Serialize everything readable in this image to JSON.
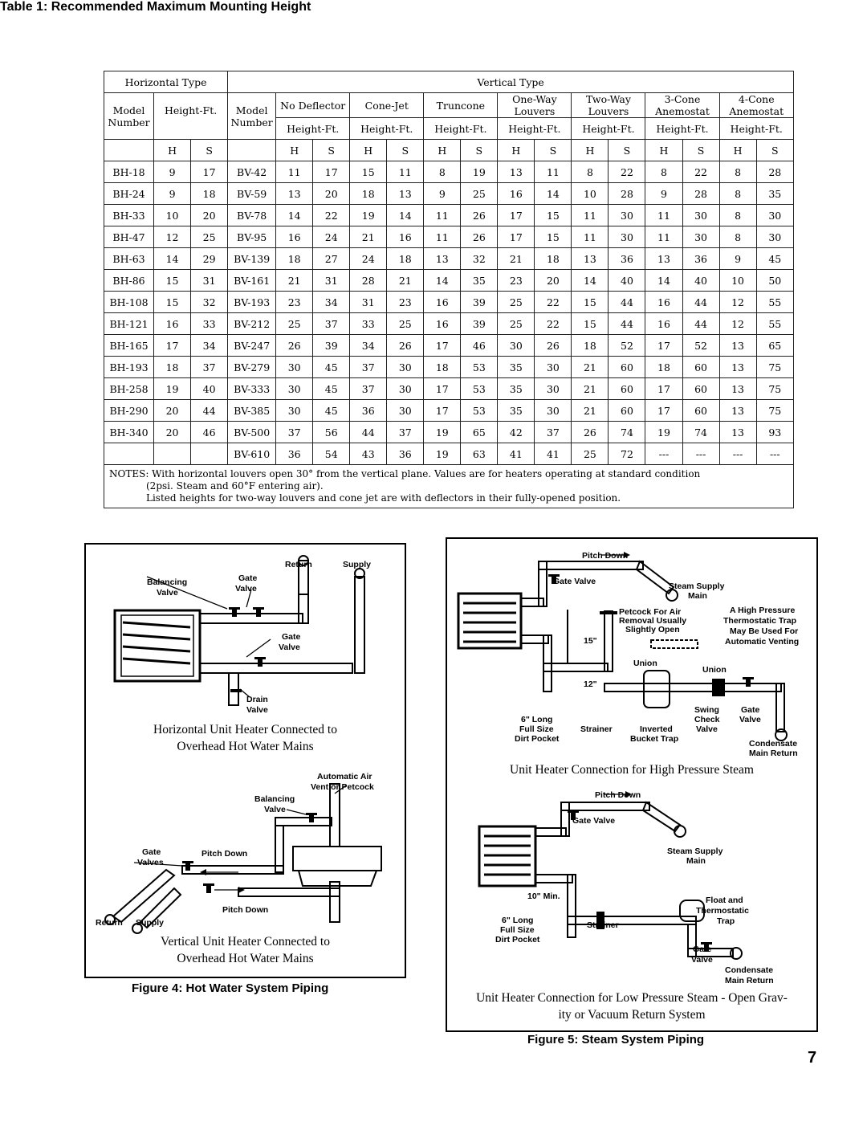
{
  "table": {
    "title": "Table 1: Recommended Maximum Mounting Height",
    "horizontal_type": "Horizontal Type",
    "vertical_type": "Vertical Type",
    "model_number_l1": "Model",
    "model_number_l2": "Number",
    "height_ft": "Height-Ft.",
    "h": "H",
    "s": "S",
    "vertical_groups": [
      {
        "l1": "No Deflector",
        "l2": ""
      },
      {
        "l1": "Cone-Jet",
        "l2": ""
      },
      {
        "l1": "Truncone",
        "l2": ""
      },
      {
        "l1": "One-Way",
        "l2": "Louvers"
      },
      {
        "l1": "Two-Way",
        "l2": "Louvers"
      },
      {
        "l1": "3-Cone",
        "l2": "Anemostat"
      },
      {
        "l1": "4-Cone",
        "l2": "Anemostat"
      }
    ],
    "rows": [
      [
        "BH-18",
        "9",
        "17",
        "BV-42",
        "11",
        "17",
        "15",
        "11",
        "8",
        "19",
        "13",
        "11",
        "8",
        "22",
        "8",
        "22",
        "8",
        "28"
      ],
      [
        "BH-24",
        "9",
        "18",
        "BV-59",
        "13",
        "20",
        "18",
        "13",
        "9",
        "25",
        "16",
        "14",
        "10",
        "28",
        "9",
        "28",
        "8",
        "35"
      ],
      [
        "BH-33",
        "10",
        "20",
        "BV-78",
        "14",
        "22",
        "19",
        "14",
        "11",
        "26",
        "17",
        "15",
        "11",
        "30",
        "11",
        "30",
        "8",
        "30"
      ],
      [
        "BH-47",
        "12",
        "25",
        "BV-95",
        "16",
        "24",
        "21",
        "16",
        "11",
        "26",
        "17",
        "15",
        "11",
        "30",
        "11",
        "30",
        "8",
        "30"
      ],
      [
        "BH-63",
        "14",
        "29",
        "BV-139",
        "18",
        "27",
        "24",
        "18",
        "13",
        "32",
        "21",
        "18",
        "13",
        "36",
        "13",
        "36",
        "9",
        "45"
      ],
      [
        "BH-86",
        "15",
        "31",
        "BV-161",
        "21",
        "31",
        "28",
        "21",
        "14",
        "35",
        "23",
        "20",
        "14",
        "40",
        "14",
        "40",
        "10",
        "50"
      ],
      [
        "BH-108",
        "15",
        "32",
        "BV-193",
        "23",
        "34",
        "31",
        "23",
        "16",
        "39",
        "25",
        "22",
        "15",
        "44",
        "16",
        "44",
        "12",
        "55"
      ],
      [
        "BH-121",
        "16",
        "33",
        "BV-212",
        "25",
        "37",
        "33",
        "25",
        "16",
        "39",
        "25",
        "22",
        "15",
        "44",
        "16",
        "44",
        "12",
        "55"
      ],
      [
        "BH-165",
        "17",
        "34",
        "BV-247",
        "26",
        "39",
        "34",
        "26",
        "17",
        "46",
        "30",
        "26",
        "18",
        "52",
        "17",
        "52",
        "13",
        "65"
      ],
      [
        "BH-193",
        "18",
        "37",
        "BV-279",
        "30",
        "45",
        "37",
        "30",
        "18",
        "53",
        "35",
        "30",
        "21",
        "60",
        "18",
        "60",
        "13",
        "75"
      ],
      [
        "BH-258",
        "19",
        "40",
        "BV-333",
        "30",
        "45",
        "37",
        "30",
        "17",
        "53",
        "35",
        "30",
        "21",
        "60",
        "17",
        "60",
        "13",
        "75"
      ],
      [
        "BH-290",
        "20",
        "44",
        "BV-385",
        "30",
        "45",
        "36",
        "30",
        "17",
        "53",
        "35",
        "30",
        "21",
        "60",
        "17",
        "60",
        "13",
        "75"
      ],
      [
        "BH-340",
        "20",
        "46",
        "BV-500",
        "37",
        "56",
        "44",
        "37",
        "19",
        "65",
        "42",
        "37",
        "26",
        "74",
        "19",
        "74",
        "13",
        "93"
      ],
      [
        "",
        "",
        "",
        "BV-610",
        "36",
        "54",
        "43",
        "36",
        "19",
        "63",
        "41",
        "41",
        "25",
        "72",
        "---",
        "---",
        "---",
        "---"
      ]
    ],
    "notes_l1": "NOTES:  With horizontal louvers open 30° from the vertical plane.  Values are for heaters operating at standard condition",
    "notes_l2": "(2psi.  Steam and 60°F entering air).",
    "notes_l3": "Listed heights for two-way louvers and cone jet are with deflectors in their fully-opened position."
  },
  "fig4": {
    "top": {
      "labels": {
        "return": "Return",
        "supply": "Supply",
        "balancing_l1": "Balancing",
        "balancing_l2": "Valve",
        "gate_l1": "Gate",
        "gate_l2": "Valve",
        "gate2_l1": "Gate",
        "gate2_l2": "Valve",
        "drain_l1": "Drain",
        "drain_l2": "Valve"
      },
      "caption_l1": "Horizontal Unit Heater Connected to",
      "caption_l2": "Overhead Hot Water Mains"
    },
    "bottom": {
      "labels": {
        "auto_l1": "Automatic Air",
        "auto_l2": "Vent or Petcock",
        "balancing_l1": "Balancing",
        "balancing_l2": "Valve",
        "gate_l1": "Gate",
        "gate_l2": "Valves",
        "pitch1": "Pitch Down",
        "pitch2": "Pitch Down",
        "return": "Return",
        "supply": "Supply"
      },
      "caption_l1": "Vertical Unit Heater Connected to",
      "caption_l2": "Overhead Hot Water Mains"
    },
    "title": "Figure 4:  Hot Water System Piping"
  },
  "fig5": {
    "top": {
      "labels": {
        "pitch": "Pitch Down",
        "gate": "Gate Valve",
        "steam_l1": "Steam Supply",
        "steam_l2": "Main",
        "petcock_l1": "Petcock For Air",
        "petcock_l2": "Removal Usually",
        "petcock_l3": "Slightly Open",
        "hp_l1": "A High Pressure",
        "hp_l2": "Thermostatic Trap",
        "hp_l3": "May Be Used For",
        "hp_l4": "Automatic Venting",
        "dim15": "15\"",
        "dim12": "12\"",
        "union1": "Union",
        "union2": "Union",
        "long_l1": "6\" Long",
        "long_l2": "Full Size",
        "long_l3": "Dirt Pocket",
        "strainer": "Strainer",
        "inverted_l1": "Inverted",
        "inverted_l2": "Bucket Trap",
        "swing_l1": "Swing",
        "swing_l2": "Check",
        "swing_l3": "Valve",
        "gate2_l1": "Gate",
        "gate2_l2": "Valve",
        "cond_l1": "Condensate",
        "cond_l2": "Main Return"
      },
      "caption": "Unit Heater Connection for High Pressure Steam"
    },
    "bottom": {
      "labels": {
        "pitch": "Pitch Down",
        "gate": "Gate Valve",
        "steam_l1": "Steam Supply",
        "steam_l2": "Main",
        "min": "10\" Min.",
        "float_l1": "Float and",
        "float_l2": "Thermostatic",
        "float_l3": "Trap",
        "long_l1": "6\" Long",
        "long_l2": "Full Size",
        "long_l3": "Dirt Pocket",
        "strainer": "Strainer",
        "gate2_l1": "Gate",
        "gate2_l2": "Valve",
        "cond_l1": "Condensate",
        "cond_l2": "Main Return"
      },
      "caption_l1": "Unit Heater Connection for Low Pressure Steam - Open Grav-",
      "caption_l2": "ity or Vacuum Return System"
    },
    "title": "Figure 5:  Steam System Piping"
  },
  "page_number": "7"
}
